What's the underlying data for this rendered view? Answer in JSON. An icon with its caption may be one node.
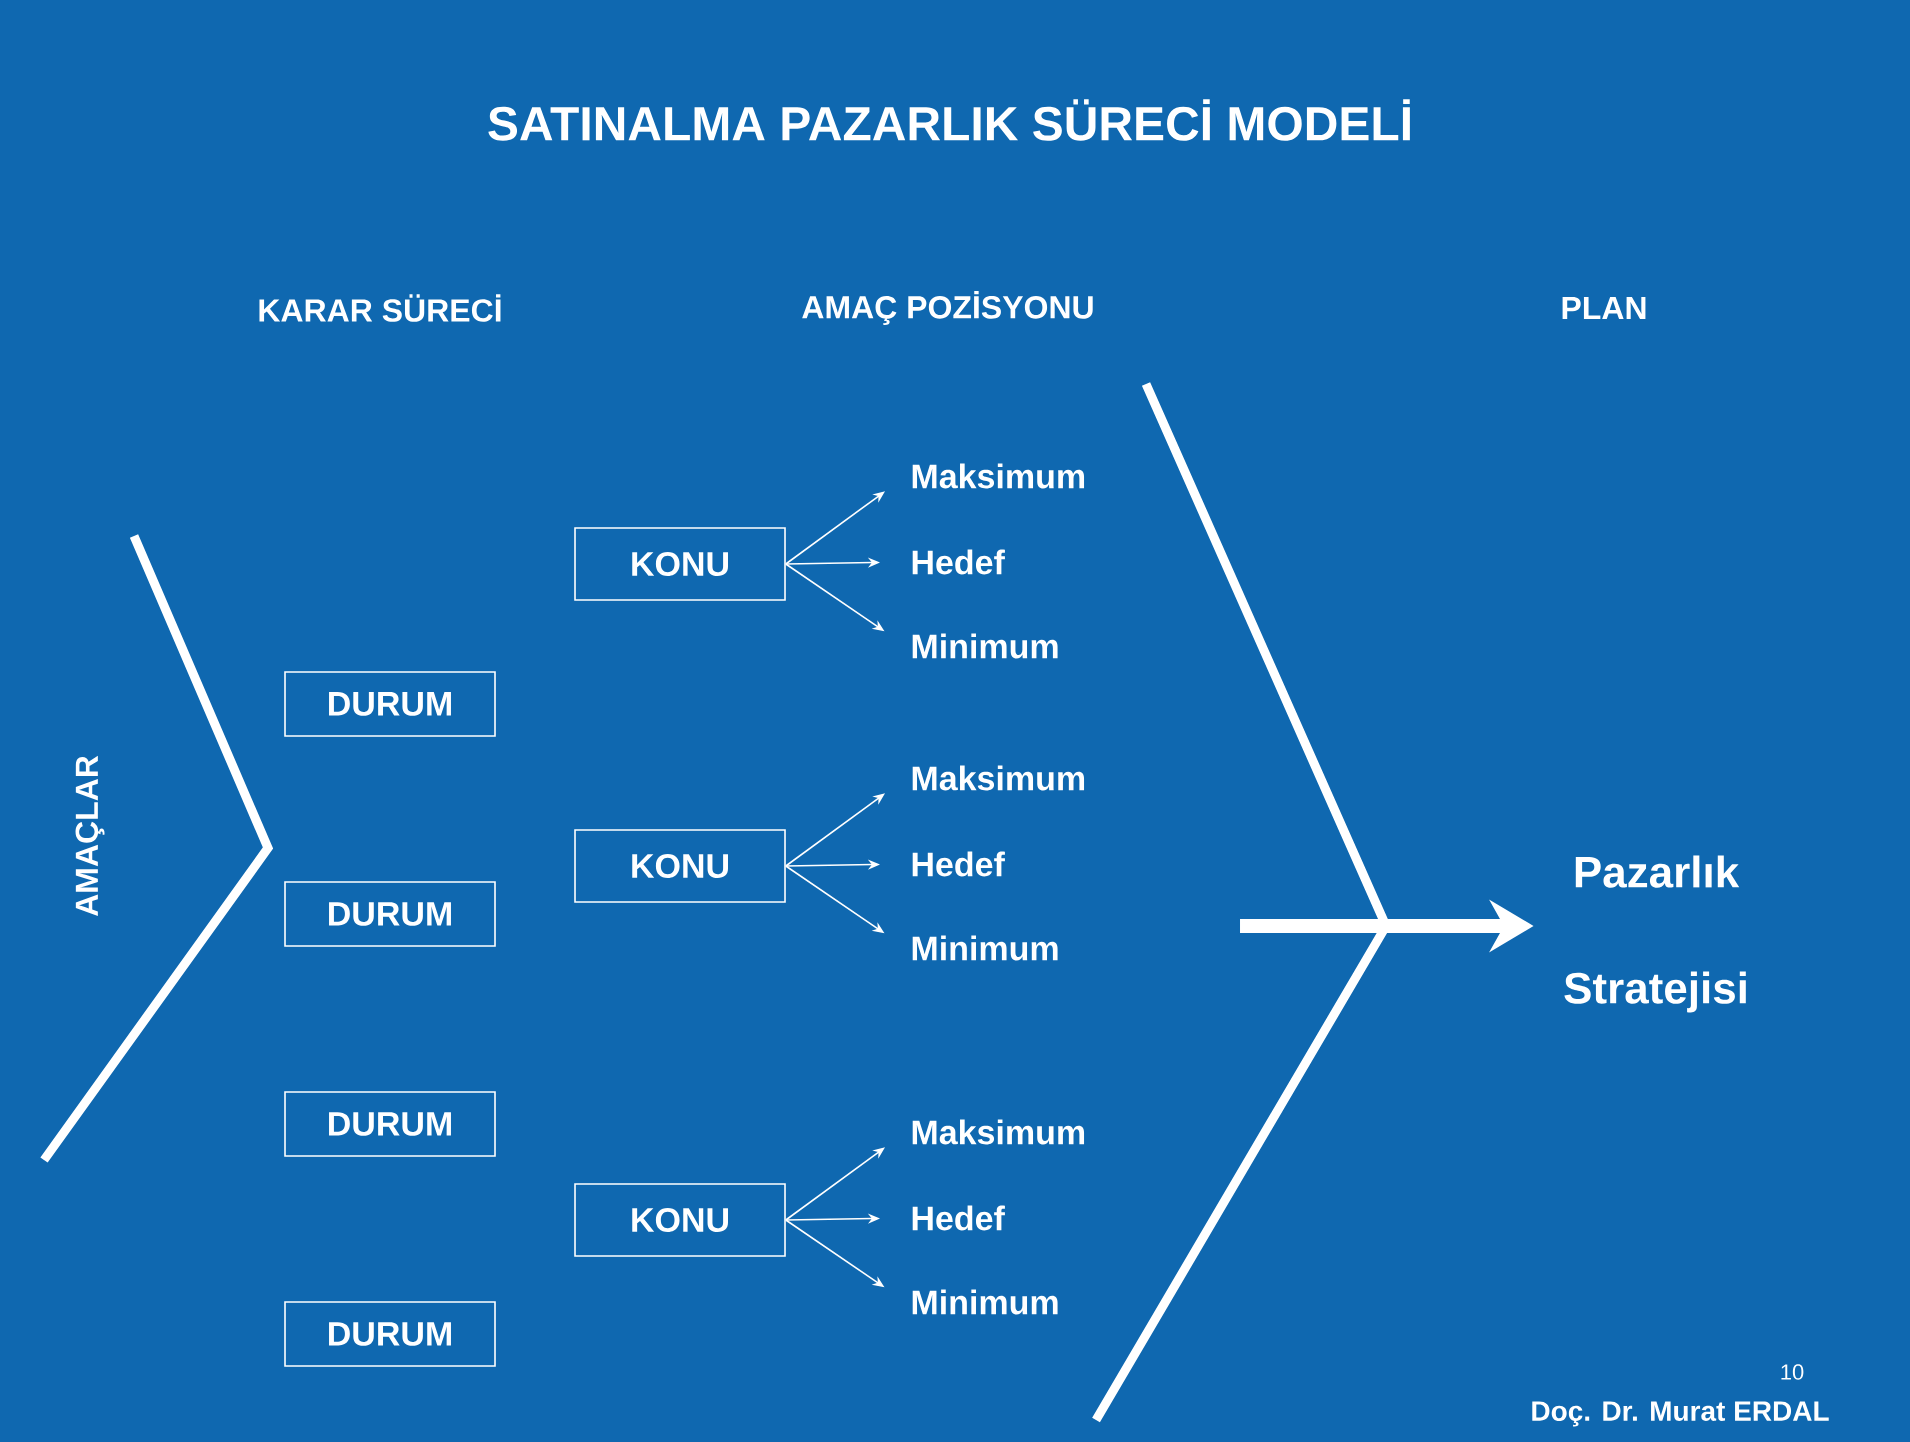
{
  "diagram": {
    "title": "SATINALMA PAZARLIK SÜRECİ MODELİ",
    "nodes": [
      {
        "text": [
          "KONU"
        ]
      },
      {
        "text": [
          "Maksimum"
        ]
      },
      {
        "text": [
          "Hedef"
        ]
      },
      {
        "text": [
          "Minimum"
        ]
      },
      {
        "text": [
          "KONU"
        ]
      },
      {
        "text": [
          "Maksimum"
        ]
      },
      {
        "text": [
          "Hedef"
        ]
      },
      {
        "text": [
          "Minimum"
        ]
      },
      {
        "text": [
          "KONU"
        ]
      },
      {
        "text": [
          "Maksimum"
        ]
      },
      {
        "text": [
          "Hedef"
        ]
      },
      {
        "text": [
          "Minimum"
        ]
      },
      {
        "text": [
          "DURUM"
        ]
      },
      {
        "text": [
          "DURUM"
        ]
      },
      {
        "text": [
          "DURUM"
        ]
      },
      {
        "text": [
          "DURUM"
        ]
      },
      {
        "text": [
          "Pazarlık Stratejisi"
        ]
      }
    ],
    "edges": [
      {
        "from": 0,
        "to": 1,
        "arrow": "to"
      },
      {
        "from": 0,
        "to": 2,
        "arrow": "to"
      },
      {
        "from": 0,
        "to": 3,
        "arrow": "to"
      },
      {
        "from": 4,
        "to": 5,
        "arrow": "to"
      },
      {
        "from": 4,
        "to": 6,
        "arrow": "to"
      },
      {
        "from": 4,
        "to": 7,
        "arrow": "to"
      },
      {
        "from": 8,
        "to": 9,
        "arrow": "to"
      },
      {
        "from": 8,
        "to": 10,
        "arrow": "to"
      },
      {
        "from": 8,
        "to": 11,
        "arrow": "to"
      },
      {
        "from": null,
        "to": 16,
        "arrow": "to",
        "style": "thick"
      }
    ],
    "labels": [
      "KARAR SÜRECİ",
      "AMAÇ POZİSYONU",
      "PLAN",
      "AMAÇLAR",
      "10",
      "Doç. Dr. Murat ERDAL"
    ]
  }
}
